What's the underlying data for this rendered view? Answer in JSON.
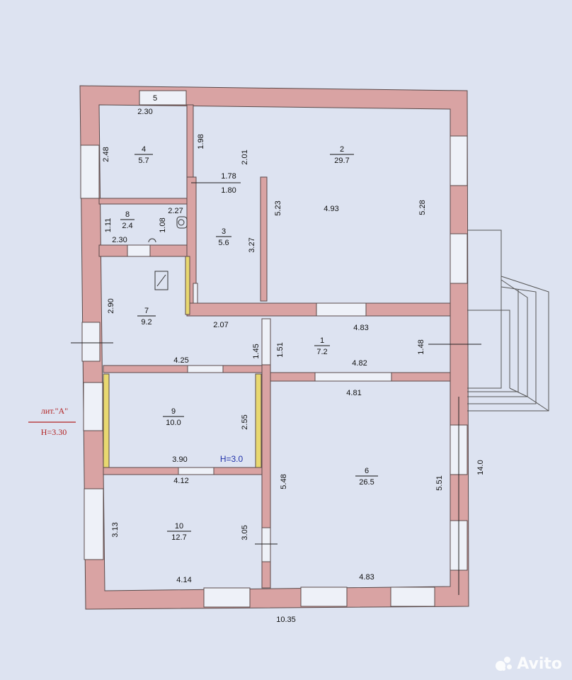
{
  "title": {
    "lit": "лит.\"А\"",
    "height": "Н=3.30",
    "inner_height": "Н=3.0"
  },
  "rooms": [
    {
      "no": "1",
      "area": "7.2"
    },
    {
      "no": "2",
      "area": "29.7"
    },
    {
      "no": "3",
      "area": "5.6"
    },
    {
      "no": "4",
      "area": "5.7"
    },
    {
      "no": "5",
      "area": ""
    },
    {
      "no": "6",
      "area": "26.5"
    },
    {
      "no": "7",
      "area": "9.2"
    },
    {
      "no": "8",
      "area": "2.4"
    },
    {
      "no": "9",
      "area": "10.0"
    },
    {
      "no": "10",
      "area": "12.7"
    }
  ],
  "dims": {
    "r5_w": "2.30",
    "r4_side": "2.48",
    "r4_right": "1.98",
    "r2_left": "2.01",
    "r3_top1": "1.78",
    "r3_top2": "1.80",
    "r3_left": "5.23",
    "r2_width": "4.93",
    "r2_right": "5.28",
    "r8_w": "2.27",
    "r8_side": "1.11",
    "r8_door": "1.08",
    "r8_bottom": "2.30",
    "r3_height": "3.27",
    "r7_side": "2.90",
    "r7_width": "2.07",
    "r1_top": "4.83",
    "r1_left1": "1.45",
    "r1_left2": "1.51",
    "r1_right": "1.48",
    "r1_bottom": "4.82",
    "r7_bottom": "4.25",
    "r6_top": "4.81",
    "r9_side": "2.55",
    "r9_bottom": "3.90",
    "r10_top": "4.12",
    "r6_left": "5.48",
    "r6_right": "5.51",
    "total_h": "14.0",
    "r10_side": "3.13",
    "r10_right": "3.05",
    "r10_bottom": "4.14",
    "r6_bottom": "4.83",
    "total_w": "10.35"
  },
  "watermark": "Avito",
  "colors": {
    "background": "#dde3f1",
    "wall": "#d9a3a3",
    "wall_stroke": "#5a4a4a",
    "partition": "#e8d870",
    "accent_red": "#b22222",
    "accent_blue": "#2233aa"
  }
}
